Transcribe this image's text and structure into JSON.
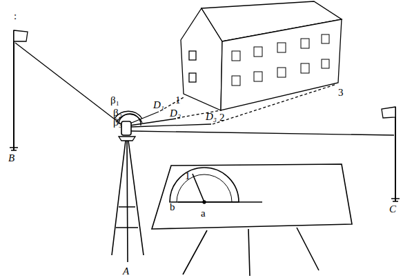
{
  "diagram": {
    "labels": [
      ":",
      "B",
      "C",
      "A",
      "1",
      "2",
      "3",
      "D₁",
      "D₂",
      "D₃",
      "β₁",
      "β₂",
      "β₃",
      "1",
      "b",
      "a"
    ]
  }
}
